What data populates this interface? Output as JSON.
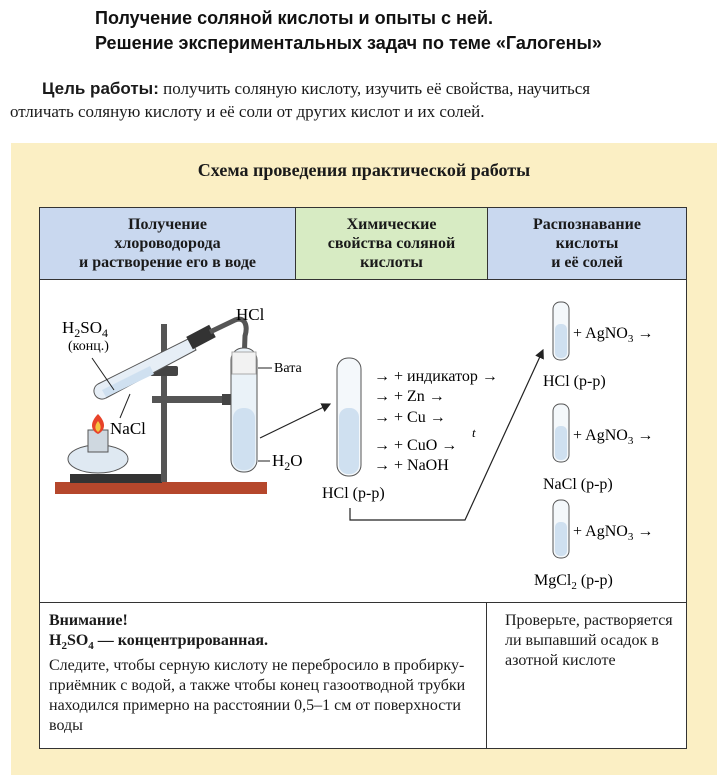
{
  "header": {
    "line1": "Получение соляной кислоты и опыты с ней.",
    "line2": "Решение экспериментальных задач по теме «Галогены»"
  },
  "goal": {
    "label": "Цель работы:",
    "text_line1": " получить соляную кислоту, изучить её свойства, научиться",
    "text_line2": "отличать соляную кислоту и её соли от других кислот и их солей."
  },
  "scheme": {
    "title": "Схема проведения практической работы",
    "columns": [
      {
        "l1": "Получение",
        "l2": "хлороводорода",
        "l3": "и растворение его в воде"
      },
      {
        "l1": "Химические",
        "l2": "свойства соляной",
        "l3": "кислоты"
      },
      {
        "l1": "Распознавание",
        "l2": "кислоты",
        "l3": "и её солей"
      }
    ]
  },
  "apparatus": {
    "h2so4": "H",
    "h2so4_sub1": "2",
    "h2so4_mid": "SO",
    "h2so4_sub2": "4",
    "konc": "(конц.)",
    "nacl": "NaCl",
    "hcl": "HCl",
    "vata": "Вата",
    "h2o_h": "H",
    "h2o_sub": "2",
    "h2o_o": "O"
  },
  "properties": {
    "tube_label": "HCl (р-р)",
    "reagents": [
      "→ + индикатор →",
      "→ + Zn →",
      "→ + Cu →",
      "→ + CuO →",
      "→ + NaOH"
    ],
    "heat_mark": "t"
  },
  "recognition": [
    {
      "reagent": "+ AgNO",
      "sub": "3",
      "arrow": "→",
      "label": "HCl (р-р)"
    },
    {
      "reagent": "+ AgNO",
      "sub": "3",
      "arrow": "→",
      "label": "NaCl (р-р)"
    },
    {
      "reagent": "+ AgNO",
      "sub": "3",
      "arrow": "→",
      "label_main": "MgCl",
      "label_sub": "2",
      "label_end": " (р-р)"
    }
  ],
  "footer": {
    "warn_title": "Внимание!",
    "warn_h": "H",
    "warn_sub2": "2",
    "warn_so": "SO",
    "warn_sub4": "4",
    "warn_rest": " — концентрированная.",
    "warn_text": "Следите, чтобы серную кислоту не перебросило в пробирку-приёмник с водой, а также чтобы конец газоотводной трубки находился примерно на расстоянии 0,5–1 см от поверхности воды",
    "check_text": "Проверьте, растворяется ли выпавший осадок в азотной кислоте"
  },
  "colors": {
    "panel": "#fbefc4",
    "header_blue": "#c9d8ef",
    "header_green": "#d7ebc3",
    "liquid": "#cfe0f0",
    "flame": "#e8432a",
    "base": "#b5472c"
  }
}
